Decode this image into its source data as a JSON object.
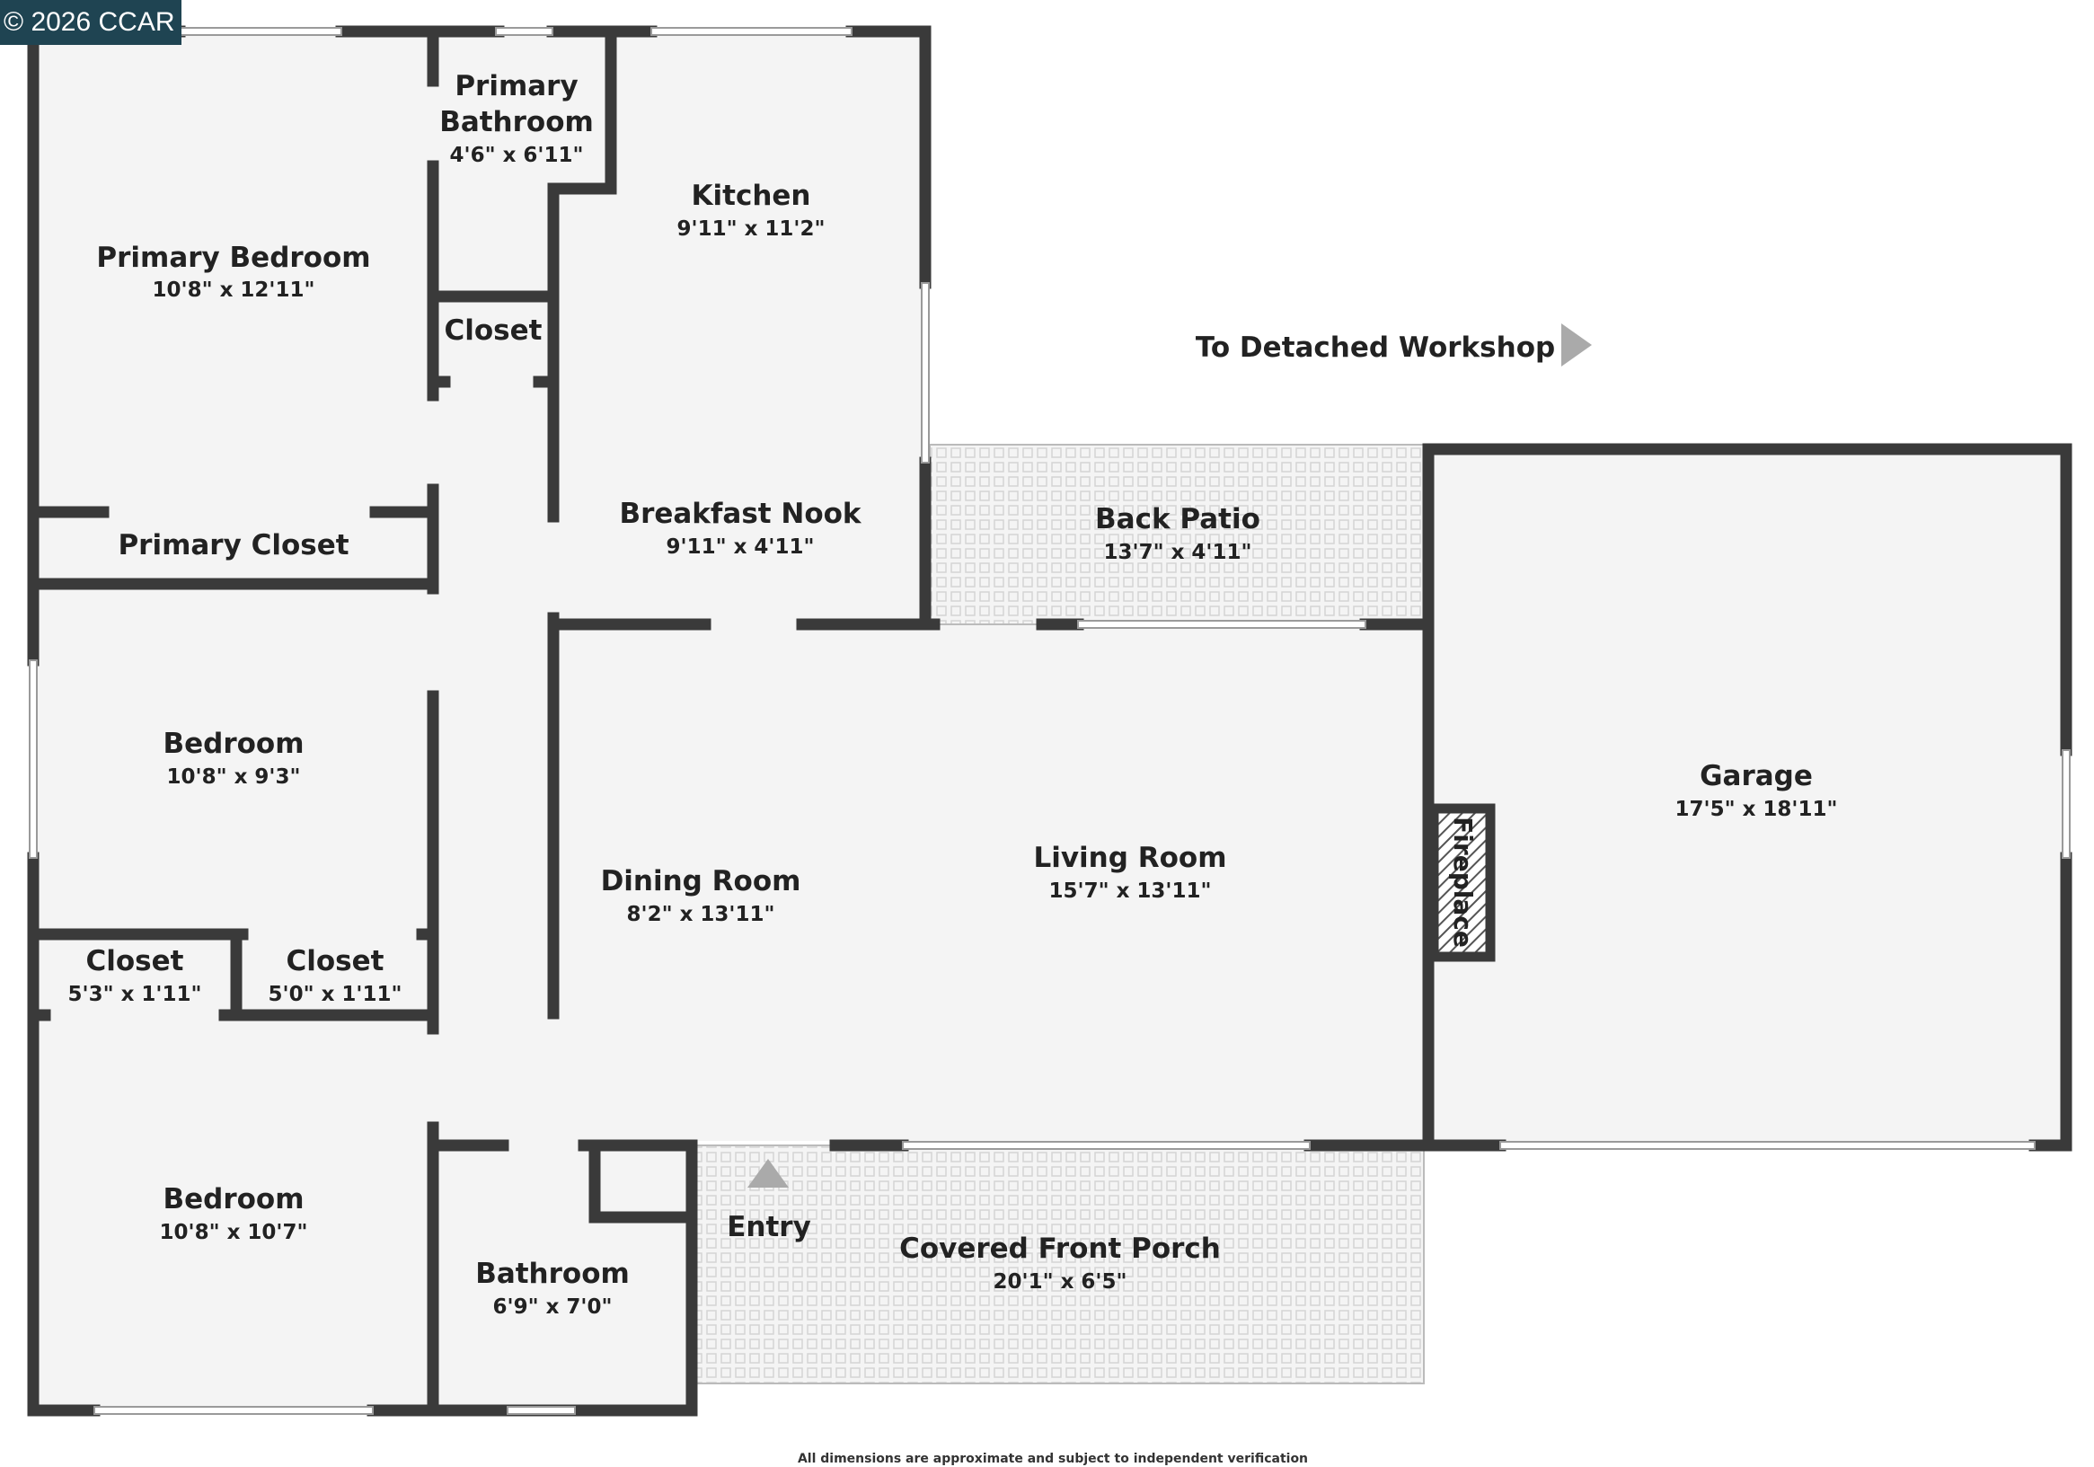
{
  "copyright": "© 2026 CCAR",
  "disclaimer": "All dimensions are approximate and subject to independent verification",
  "direction_label": "To Detached Workshop",
  "colors": {
    "wall": "#3a3a3a",
    "floor": "#f4f4f4",
    "copyright_bg": "#1f4452",
    "arrow": "#aaaaaa"
  },
  "rooms": {
    "primary_bedroom": {
      "name": "Primary Bedroom",
      "dims": "10'8\" x 12'11\""
    },
    "primary_bathroom": {
      "name_line1": "Primary",
      "name_line2": "Bathroom",
      "dims": "4'6\" x 6'11\""
    },
    "kitchen": {
      "name": "Kitchen",
      "dims": "9'11\" x 11'2\""
    },
    "hall_closet": {
      "name": "Closet"
    },
    "breakfast_nook": {
      "name": "Breakfast Nook",
      "dims": "9'11\" x 4'11\""
    },
    "primary_closet": {
      "name": "Primary Closet"
    },
    "back_patio": {
      "name": "Back Patio",
      "dims": "13'7\" x 4'11\""
    },
    "bedroom_1": {
      "name": "Bedroom",
      "dims": "10'8\" x 9'3\""
    },
    "garage": {
      "name": "Garage",
      "dims": "17'5\" x 18'11\""
    },
    "dining_room": {
      "name": "Dining Room",
      "dims": "8'2\" x 13'11\""
    },
    "living_room": {
      "name": "Living Room",
      "dims": "15'7\" x 13'11\""
    },
    "fireplace": {
      "name": "Fireplace"
    },
    "closet_left": {
      "name": "Closet",
      "dims": "5'3\" x 1'11\""
    },
    "closet_right": {
      "name": "Closet",
      "dims": "5'0\" x 1'11\""
    },
    "bedroom_2": {
      "name": "Bedroom",
      "dims": "10'8\" x 10'7\""
    },
    "entry": {
      "name": "Entry"
    },
    "covered_front_porch": {
      "name": "Covered Front Porch",
      "dims": "20'1\" x 6'5\""
    },
    "bathroom": {
      "name": "Bathroom",
      "dims": "6'9\" x 7'0\""
    }
  }
}
